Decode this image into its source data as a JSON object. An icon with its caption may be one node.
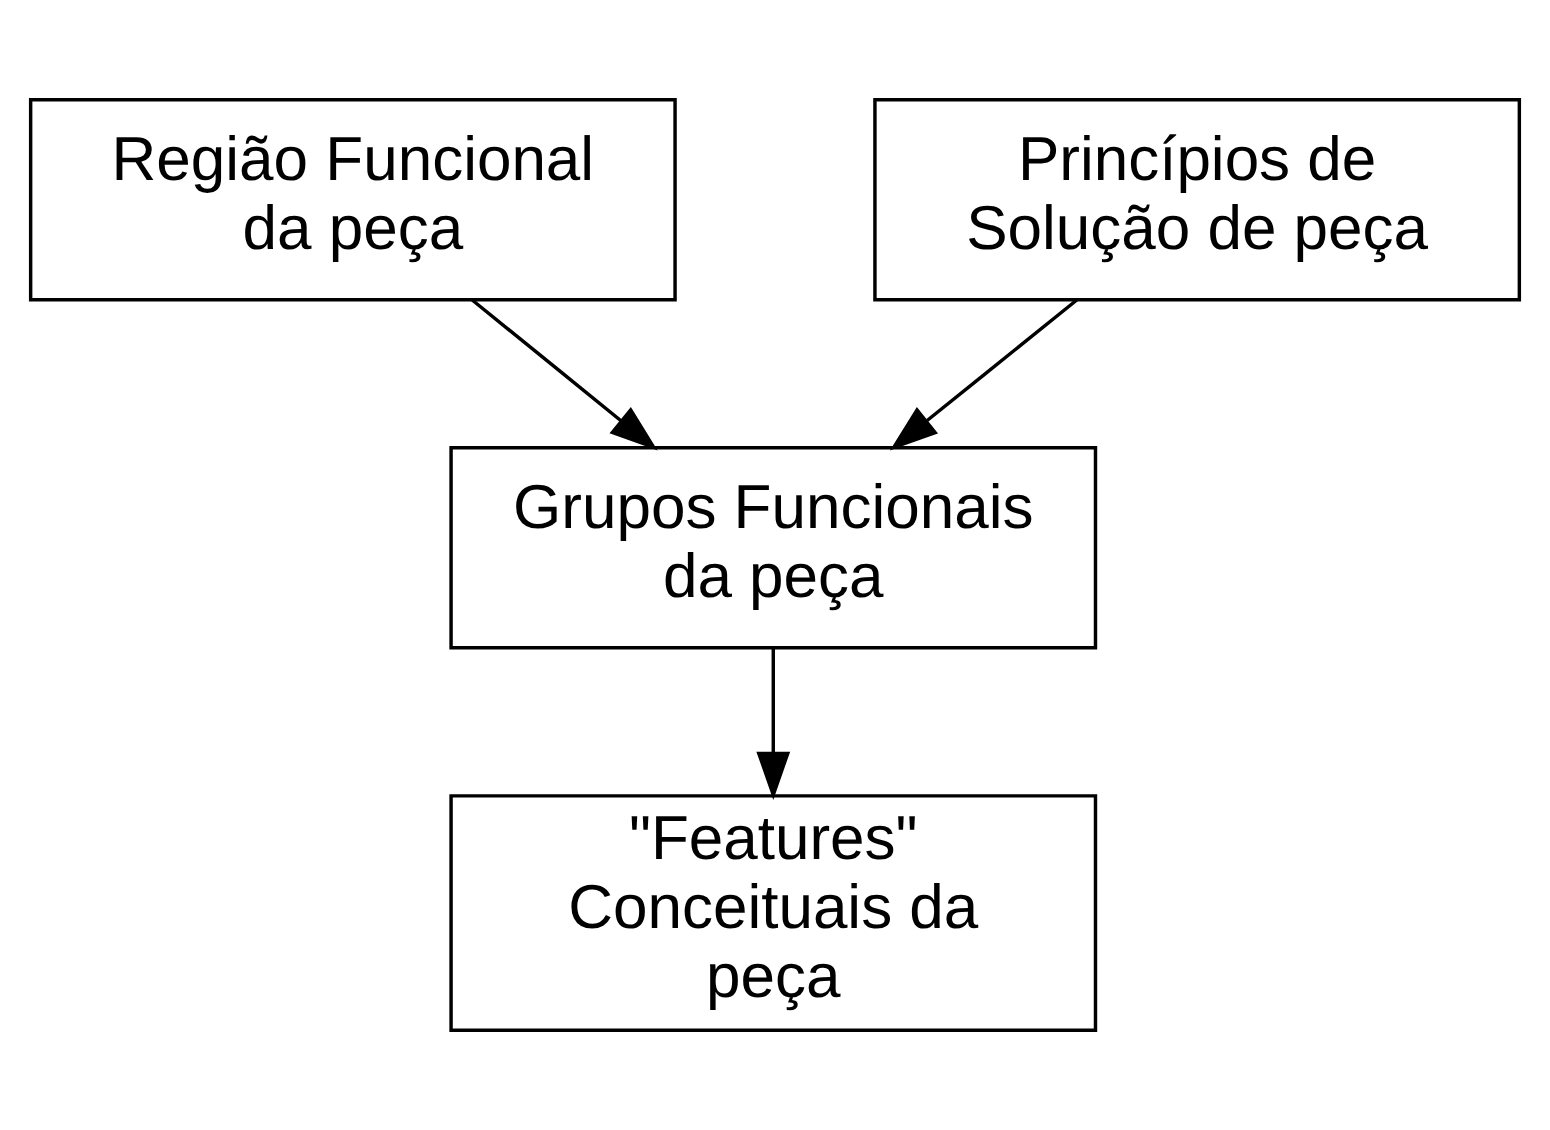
{
  "diagram": {
    "nodes": [
      {
        "text": [
          "Região Funcional da peça"
        ]
      },
      {
        "text": [
          "Princípios de Solução de peça"
        ]
      },
      {
        "text": [
          "Grupos Funcionais da peça"
        ]
      },
      {
        "text": [
          "\"Features\" Conceituais da peça"
        ]
      }
    ],
    "edges": [
      {
        "from": 0,
        "to": 2,
        "arrow": "to"
      },
      {
        "from": 1,
        "to": 2,
        "arrow": "to"
      },
      {
        "from": 2,
        "to": 3,
        "arrow": "to"
      }
    ]
  }
}
